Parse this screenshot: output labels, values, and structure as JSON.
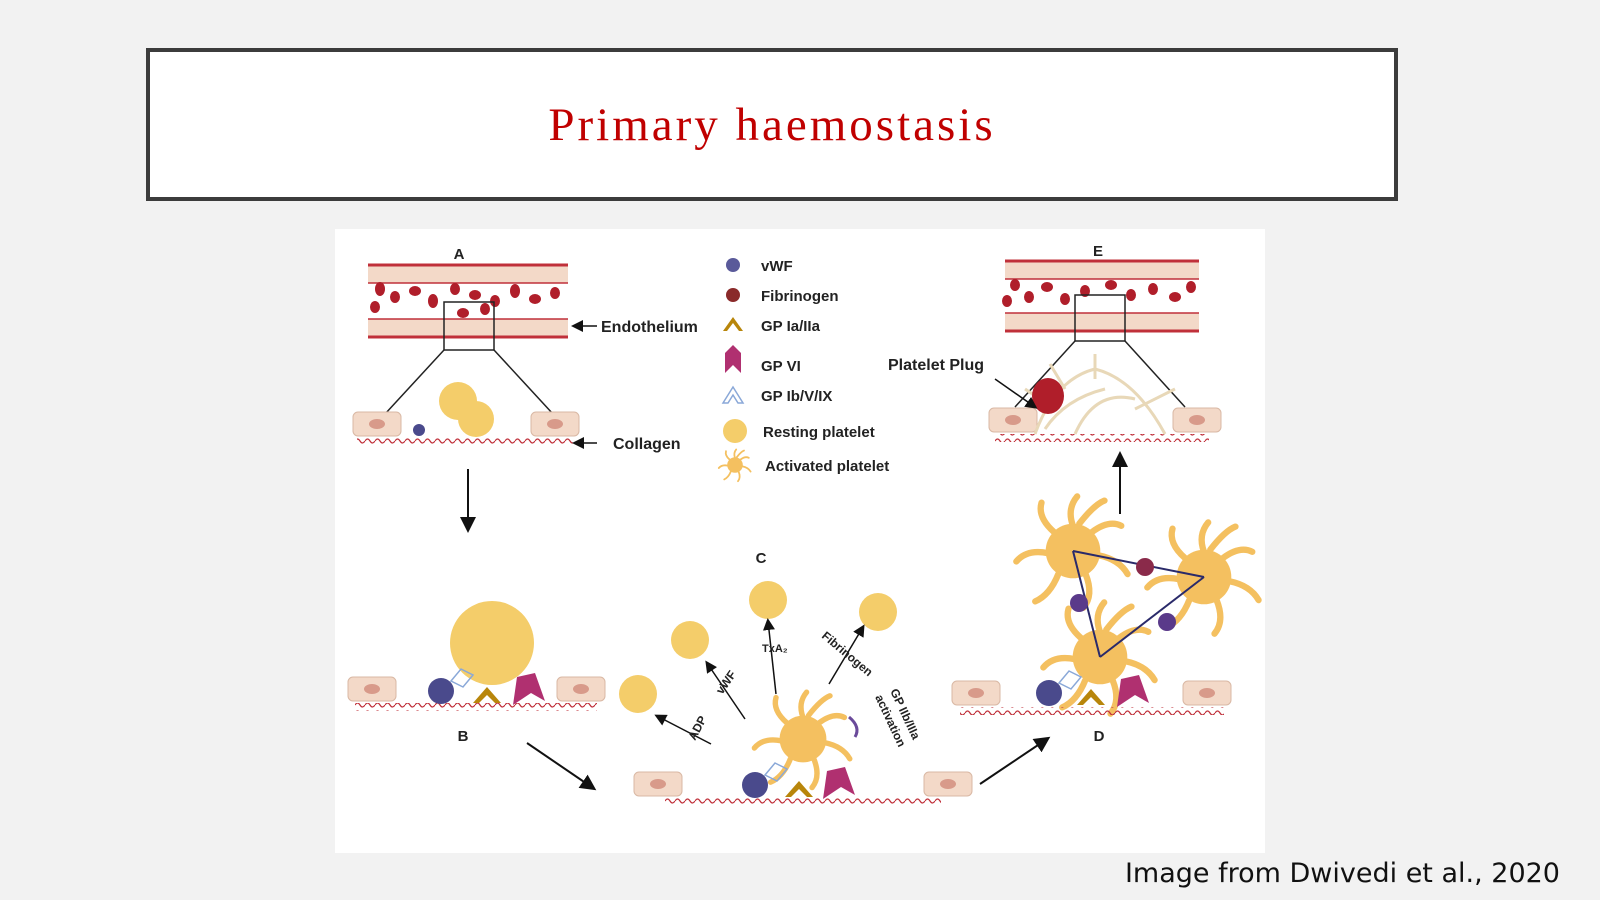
{
  "slide": {
    "title": "Primary haemostasis",
    "credit": "Image from Dwivedi et al., 2020"
  },
  "figure": {
    "panels": {
      "a": "A",
      "b": "B",
      "c": "C",
      "d": "D",
      "e": "E"
    },
    "labels": {
      "endothelium": "Endothelium",
      "collagen": "Collagen",
      "platelet_plug": "Platelet Plug"
    },
    "legend": [
      {
        "icon": "vwf-dot-icon",
        "label": "vWF",
        "color": "#5a5a9a"
      },
      {
        "icon": "fibrinogen-dot-icon",
        "label": "Fibrinogen",
        "color": "#8a2a2a"
      },
      {
        "icon": "gp-ia-iia-chevron-icon",
        "label": "GP Ia/IIa",
        "color": "#b8860b"
      },
      {
        "icon": "gp-vi-arrow-icon",
        "label": "GP VI",
        "color": "#b03070"
      },
      {
        "icon": "gp-ib-v-ix-chevron-icon",
        "label": "GP Ib/V/IX",
        "color": "#a0b8e0"
      },
      {
        "icon": "resting-platelet-icon",
        "label": "Resting platelet",
        "color": "#f4cd6a"
      },
      {
        "icon": "activated-platelet-icon",
        "label": "Activated platelet",
        "color": "#f4c060"
      }
    ],
    "release": {
      "adp": "ADP",
      "vwf": "vWF",
      "txa2": "TxA₂",
      "fibrinogen": "Fibrinogen",
      "gp_activation_line1": "GP IIb/IIIa",
      "gp_activation_line2": "activation"
    },
    "colors": {
      "vessel_wall": "#c0303a",
      "cell": "#f3d9c8",
      "rbc": "#b01e2a",
      "platelet": "#f4cd6a",
      "vwf": "#4a4a8c",
      "arrow": "#111111"
    }
  }
}
